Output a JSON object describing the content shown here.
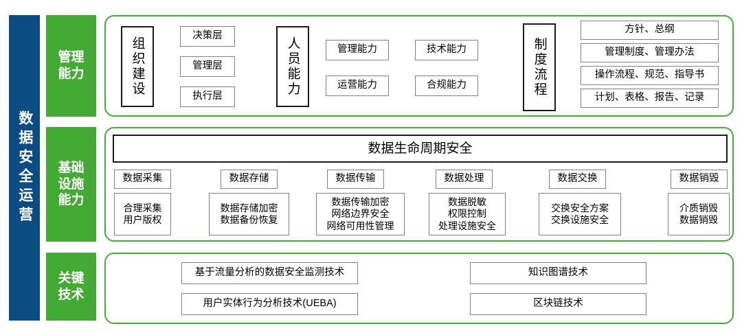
{
  "banner": {
    "label": "数据安全运营"
  },
  "rows": [
    {
      "label_lines": [
        "管理",
        "能力"
      ],
      "pillars": [
        {
          "name": "组织建设",
          "items": [
            "决策层",
            "管理层",
            "执行层"
          ]
        },
        {
          "name": "人员能力",
          "items": [
            "管理能力",
            "技术能力",
            "运营能力",
            "合规能力"
          ]
        },
        {
          "name": "制度流程",
          "items": [
            "方针、总纲",
            "管理制度、管理办法",
            "操作流程、规范、指导书",
            "计划、表格、报告、记录"
          ]
        }
      ]
    },
    {
      "label_lines": [
        "基础",
        "设施",
        "能力"
      ],
      "title": "数据生命周期安全",
      "stages": [
        {
          "name": "数据采集",
          "detail": "合理采集\n用户版权"
        },
        {
          "name": "数据存储",
          "detail": "数据存储加密\n数据备份恢复"
        },
        {
          "name": "数据传输",
          "detail": "数据传输加密\n网络边界安全\n网络可用性管理"
        },
        {
          "name": "数据处理",
          "detail": "数据脱敏\n权限控制\n处理设施安全"
        },
        {
          "name": "数据交换",
          "detail": "交换安全方案\n交换设施安全"
        },
        {
          "name": "数据销毁",
          "detail": "介质销毁\n数据销毁"
        }
      ]
    },
    {
      "label_lines": [
        "关键",
        "技术"
      ],
      "technologies": [
        "基于流量分析的数据安全监测技术",
        "知识图谱技术",
        "用户实体行为分析技术(UEBA)",
        "区块链技术"
      ]
    }
  ],
  "colors": {
    "banner_blue": "#0b4d82",
    "label_green": "#43ab33",
    "card_border_green": "#3fae35",
    "box_border_gray": "#808080",
    "box_border_black": "#1a1a1a"
  }
}
